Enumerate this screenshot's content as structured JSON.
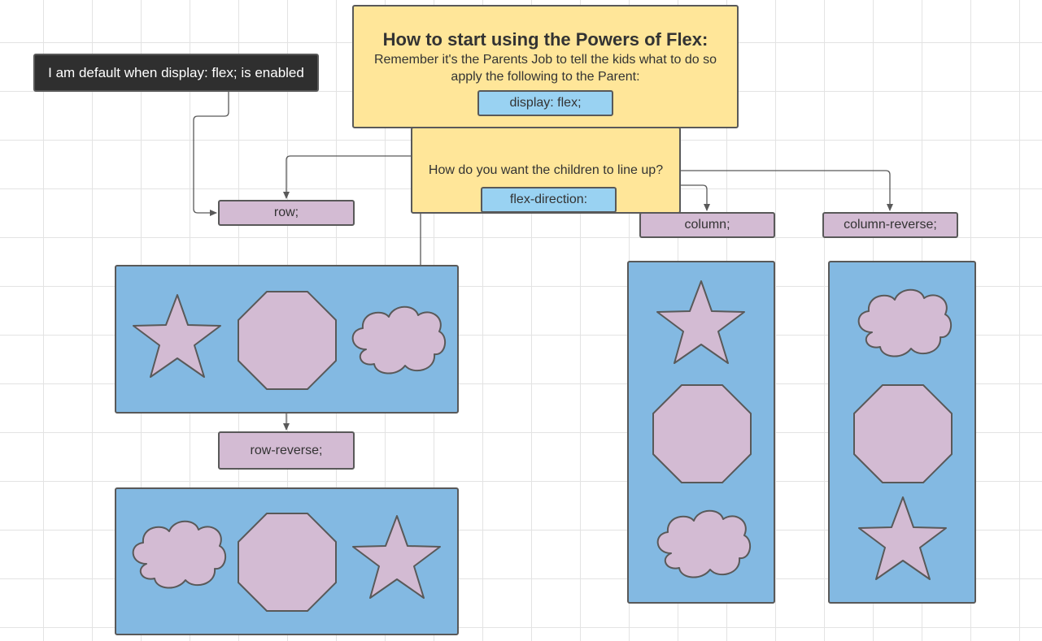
{
  "header_box": {
    "title": "How to start using the Powers of Flex:",
    "subtitle_line1": "Remember it's the Parents Job to tell the kids what to do so",
    "subtitle_line2": "apply the following to the Parent:",
    "code_label": "display: flex;"
  },
  "default_note": {
    "text": "I am default when display: flex; is enabled"
  },
  "question_box": {
    "question": "How do you want the children to line up?",
    "code_label": "flex-direction:"
  },
  "options": {
    "row": "row;",
    "row_reverse": "row-reverse;",
    "column": "column;",
    "column_reverse": "column-reverse;"
  },
  "colors": {
    "yellow": "#ffe699",
    "light_blue": "#99d2f2",
    "purple": "#d3bbd3",
    "panel_blue": "#83b9e2",
    "dark": "#2f2f2f",
    "stroke": "#595959"
  },
  "icons": {
    "star": "star-shape",
    "octagon": "octagon-shape",
    "cloud": "cloud-shape"
  }
}
